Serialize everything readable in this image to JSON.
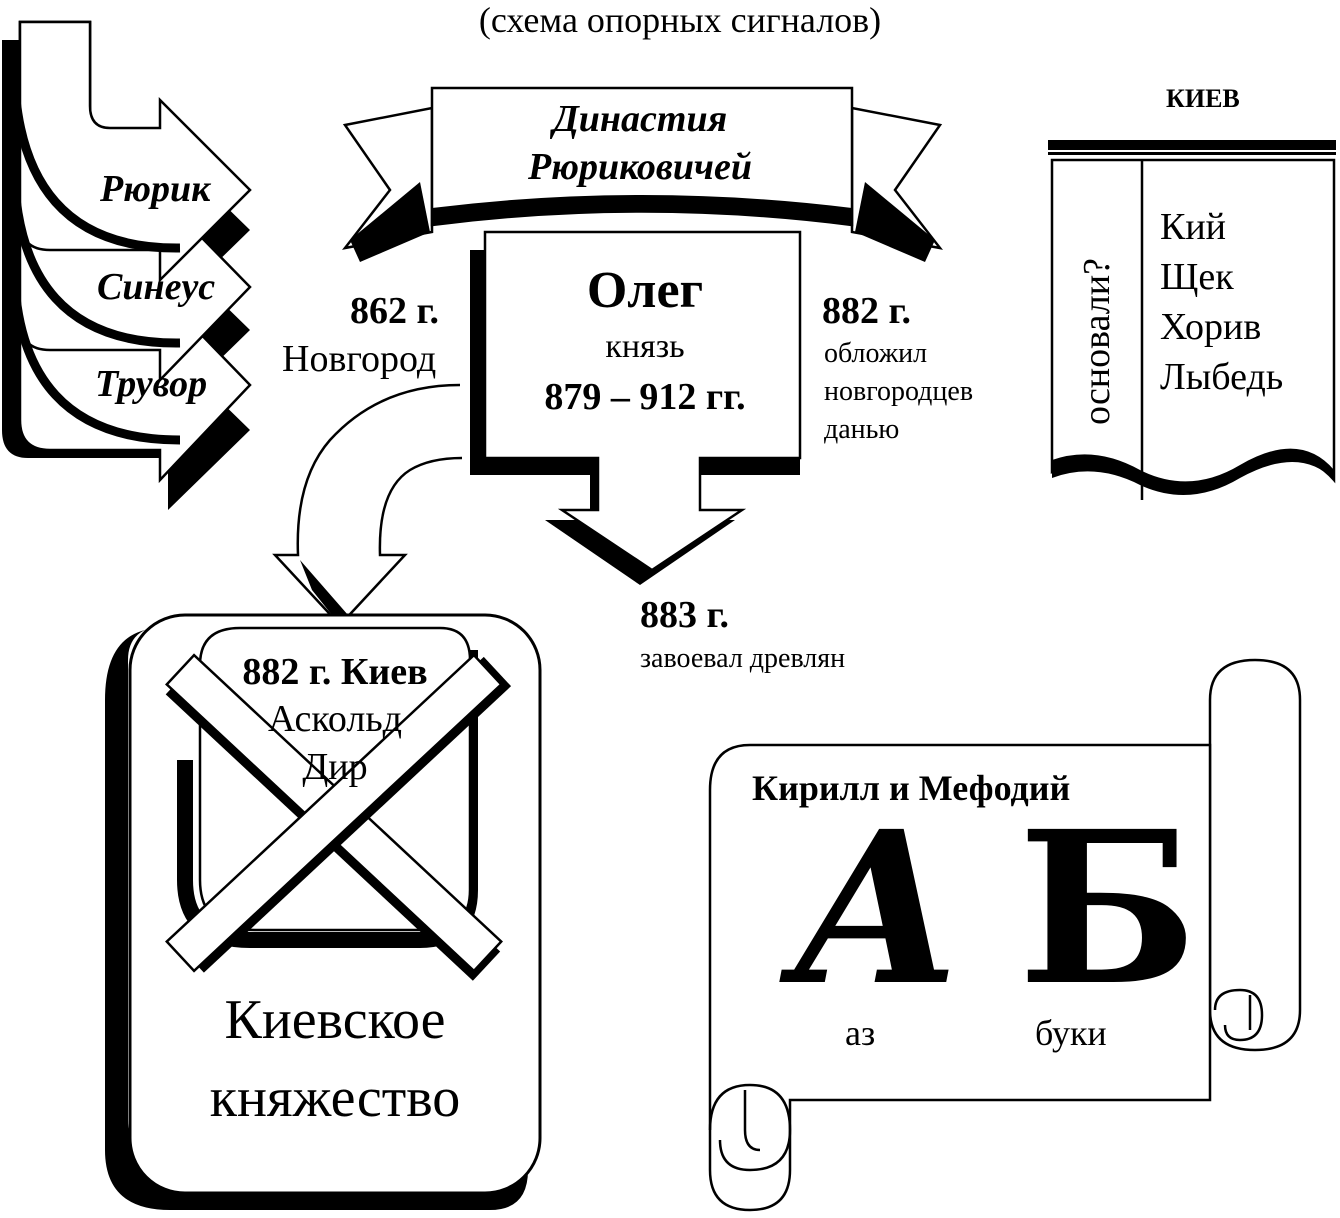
{
  "header": {
    "subtitle": "(схема опорных сигналов)"
  },
  "brothers": {
    "b1": "Рюрик",
    "b2": "Синеус",
    "b3": "Трувор"
  },
  "banner": {
    "line1": "Династия",
    "line2": "Рюриковичей"
  },
  "oleg": {
    "name": "Олег",
    "title": "князь",
    "years": "879 – 912 гг."
  },
  "novgorod": {
    "year": "862 г.",
    "city": "Новгород"
  },
  "tribute": {
    "year": "882 г.",
    "line1": "обложил",
    "line2": "новгородцев",
    "line3": "данью"
  },
  "drevlyane": {
    "year": "883 г.",
    "text": "завоевал древлян"
  },
  "kiev_founders": {
    "heading": "КИЕВ",
    "question": "основали?",
    "names": [
      "Кий",
      "Щек",
      "Хорив",
      "Лыбедь"
    ]
  },
  "kiev_capture": {
    "heading": "882 г. Киев",
    "ruler1": "Аскольд",
    "ruler2": "Дир"
  },
  "principality": {
    "line1": "Киевское",
    "line2": "княжество"
  },
  "alphabet": {
    "title": "Кирилл и Мефодий",
    "letter1": "А",
    "letter2": "Б",
    "name1": "аз",
    "name2": "буки"
  }
}
